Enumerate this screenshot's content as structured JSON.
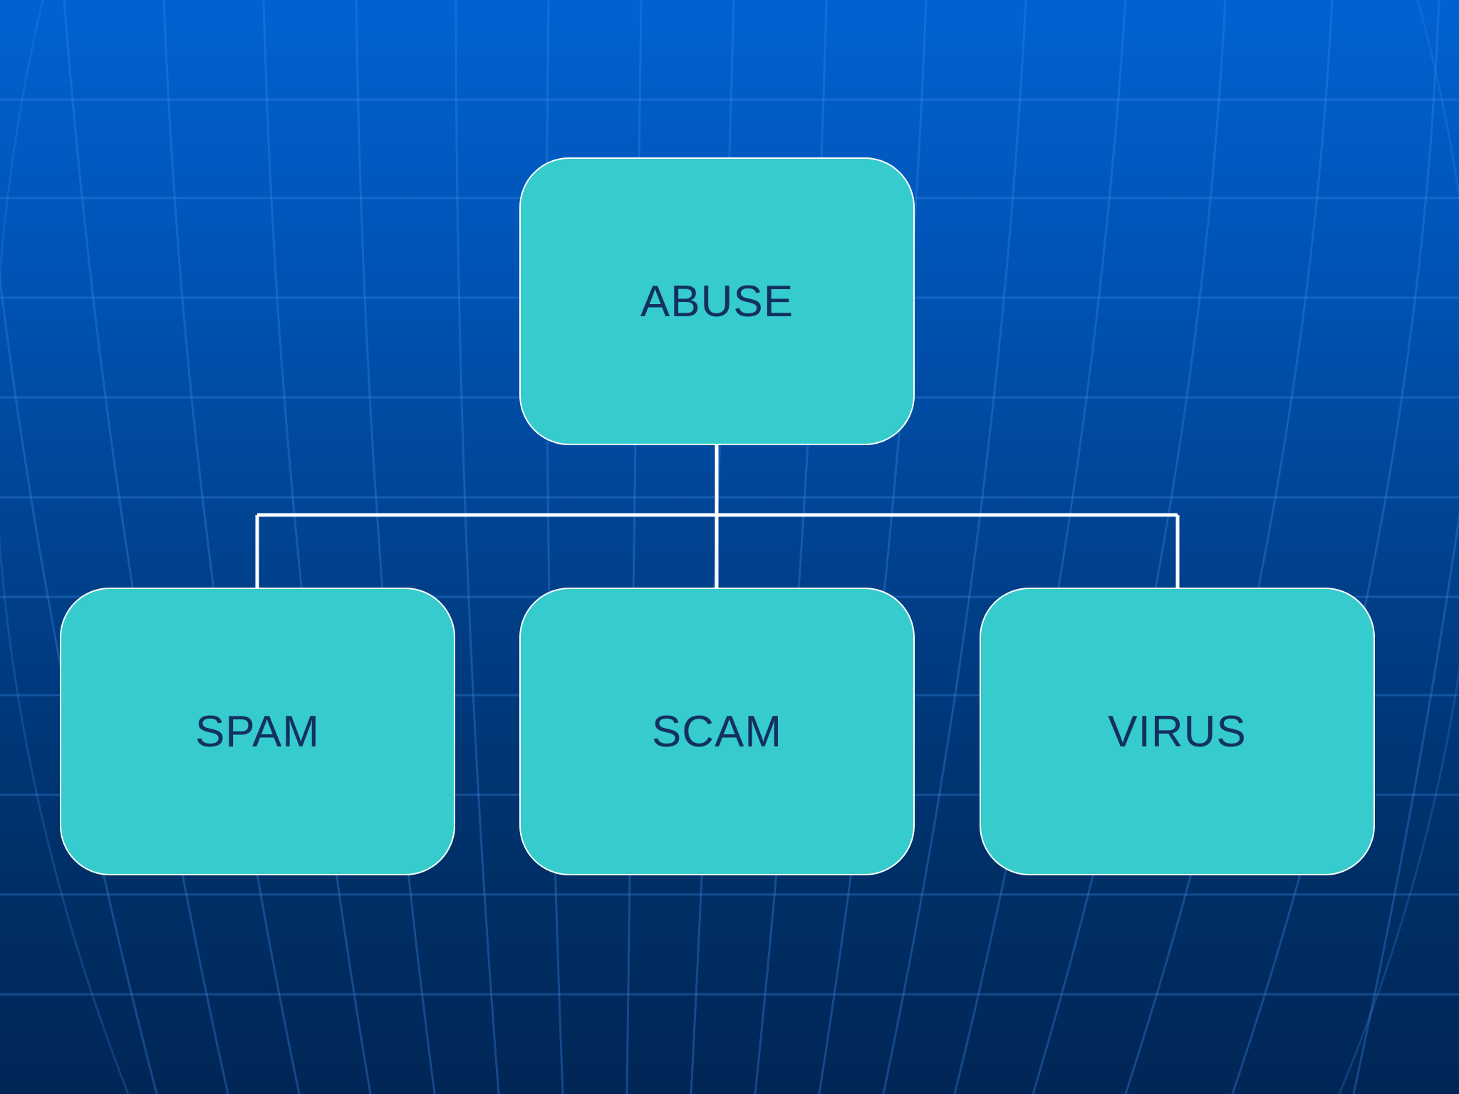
{
  "diagram": {
    "root": {
      "label": "ABUSE"
    },
    "children": [
      {
        "label": "SPAM"
      },
      {
        "label": "SCAM"
      },
      {
        "label": "VIRUS"
      }
    ]
  },
  "colors": {
    "node_fill": "#36cbcd",
    "node_text": "#13305e",
    "connector": "#ffffff",
    "background_top": "#0062d2",
    "background_bottom": "#002656"
  }
}
